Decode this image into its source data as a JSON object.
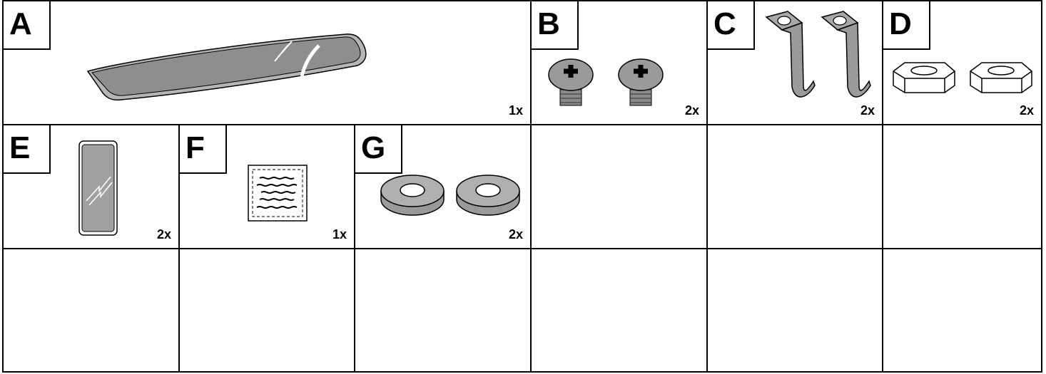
{
  "parts": [
    {
      "id": "part-a",
      "letter": "A",
      "qty": "1x",
      "icon": "shelf-glass-icon"
    },
    {
      "id": "part-b",
      "letter": "B",
      "qty": "2x",
      "icon": "screw-icon"
    },
    {
      "id": "part-c",
      "letter": "C",
      "qty": "2x",
      "icon": "hook-bracket-icon"
    },
    {
      "id": "part-d",
      "letter": "D",
      "qty": "2x",
      "icon": "hex-nut-icon"
    },
    {
      "id": "part-e",
      "letter": "E",
      "qty": "2x",
      "icon": "mirror-pad-icon"
    },
    {
      "id": "part-f",
      "letter": "F",
      "qty": "1x",
      "icon": "adhesive-label-icon"
    },
    {
      "id": "part-g",
      "letter": "G",
      "qty": "2x",
      "icon": "washer-icon"
    }
  ],
  "colors": {
    "line": "#000000",
    "part_fill": "#9a9a9a",
    "part_light": "#c8c8c8"
  }
}
